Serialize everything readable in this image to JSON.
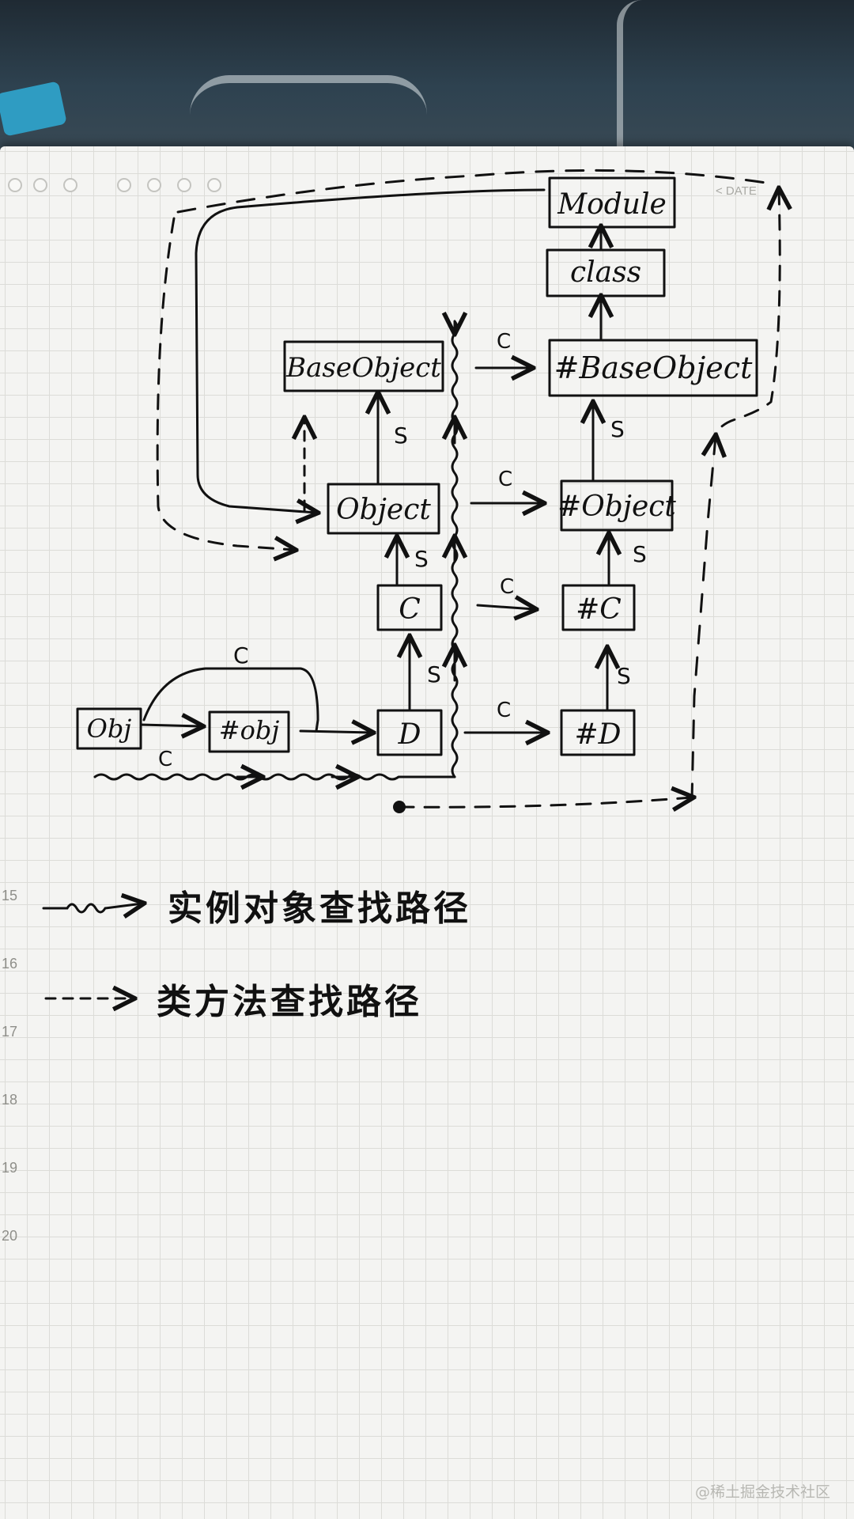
{
  "watermark": "@稀土掘金技术社区",
  "date_label": "< DATE",
  "margin_numbers": [
    "15",
    "16",
    "17",
    "18",
    "19",
    "20"
  ],
  "nodes": {
    "module": "Module",
    "class": "class",
    "base_object": "BaseObject",
    "meta_base_object": "#BaseObject",
    "object": "Object",
    "meta_object": "#Object",
    "c": "C",
    "meta_c": "#C",
    "d": "D",
    "meta_d": "#D",
    "obj": "Obj",
    "meta_obj": "#obj"
  },
  "edge_labels": {
    "class": "C",
    "superclass": "S"
  },
  "legend": {
    "instance_path": "实例对象查找路径",
    "class_method_path": "类方法查找路径"
  }
}
